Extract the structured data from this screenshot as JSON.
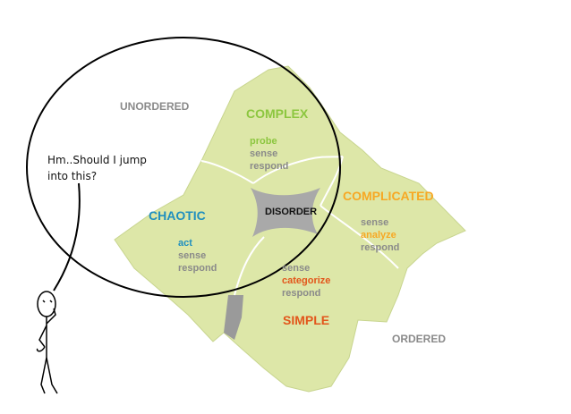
{
  "labels": {
    "unordered": "UNORDERED",
    "ordered": "ORDERED",
    "disorder": "DISORDER"
  },
  "domains": {
    "complex": {
      "title": "COMPLEX",
      "steps": [
        "probe",
        "sense",
        "respond"
      ]
    },
    "complicated": {
      "title": "COMPLICATED",
      "steps": [
        "sense",
        "analyze",
        "respond"
      ]
    },
    "chaotic": {
      "title": "CHAOTIC",
      "steps": [
        "act",
        "sense",
        "respond"
      ]
    },
    "simple": {
      "title": "SIMPLE",
      "steps": [
        "sense",
        "categorize",
        "respond"
      ]
    }
  },
  "thought": {
    "line1": "Hm..Should I jump",
    "line2": "into this?"
  },
  "colors": {
    "landscape": "#dde7a8",
    "landscape_stroke": "#b9c97e",
    "complex": "#8cc63f",
    "complicated": "#f7a823",
    "chaotic": "#1f8fbf",
    "simple": "#e2561b",
    "muted": "#8a8a8a",
    "disorder_fill": "#a9a9a9"
  }
}
